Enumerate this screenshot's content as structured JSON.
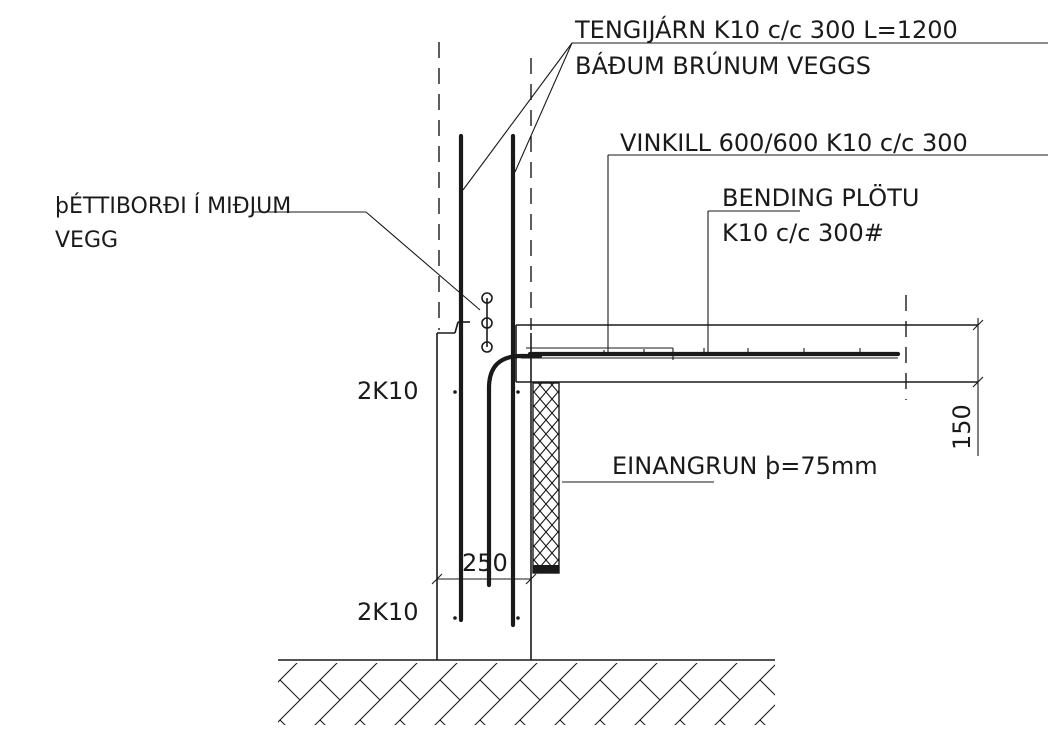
{
  "labels": {
    "tengijarn_line1": "TENGIJÁRN K10 c/c 300 L=1200",
    "tengijarn_line2": "BÁÐUM BRÚNUM VEGGS",
    "vinkill": "VINKILL 600/600 K10 c/c 300",
    "bending_line1": "BENDING PLÖTU",
    "bending_line2": "K10 c/c 300#",
    "thettiborди_line1": "þÉTTIBORÐI Í MIÐJUM",
    "thettiborди_line2": "VEGG",
    "rebar_upper": "2K10",
    "rebar_lower": "2K10",
    "einangrun": "EINANGRUN þ=75mm",
    "dim_wall": "250",
    "dim_slab": "150"
  }
}
